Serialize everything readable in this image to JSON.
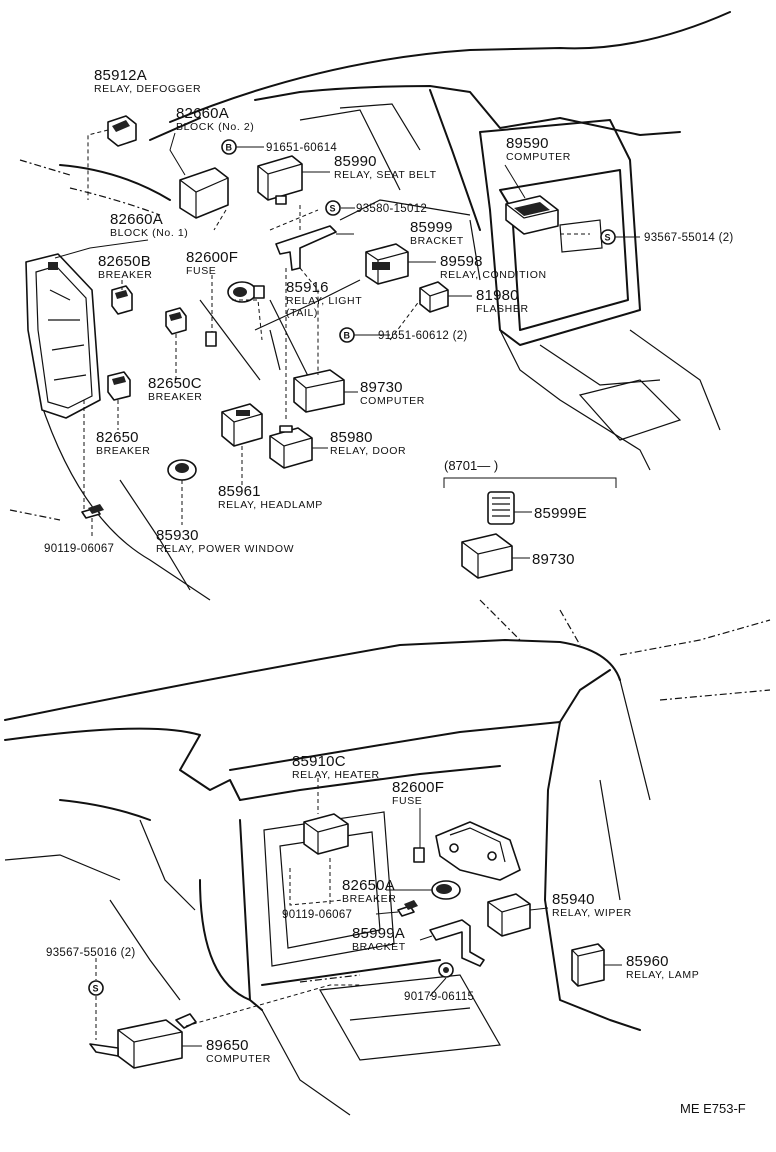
{
  "diagram_code": "ME  E753-F",
  "variant_label": "(8701—     )",
  "fastener_symbols": {
    "screw": "S",
    "bolt": "B"
  },
  "parts": [
    {
      "id": "p-85912a",
      "number": "85912A",
      "desc": "RELAY, DEFOGGER"
    },
    {
      "id": "p-82660a-2",
      "number": "82660A",
      "desc": "BLOCK (No. 2)"
    },
    {
      "id": "p-91651-60614",
      "number": "91651-60614",
      "desc": ""
    },
    {
      "id": "p-85990",
      "number": "85990",
      "desc": "RELAY, SEAT  BELT"
    },
    {
      "id": "p-93580-15012",
      "number": "93580-15012",
      "desc": ""
    },
    {
      "id": "p-82660a-1",
      "number": "82660A",
      "desc": "BLOCK (No. 1)"
    },
    {
      "id": "p-85999",
      "number": "85999",
      "desc": "BRACKET"
    },
    {
      "id": "p-82650b",
      "number": "82650B",
      "desc": "BREAKER"
    },
    {
      "id": "p-82600f-top",
      "number": "82600F",
      "desc": "FUSE"
    },
    {
      "id": "p-89598",
      "number": "89598",
      "desc": "RELAY, CONDITION"
    },
    {
      "id": "p-85916",
      "number": "85916",
      "desc": "RELAY, LIGHT",
      "desc2": "(TAIL)"
    },
    {
      "id": "p-81980",
      "number": "81980",
      "desc": "FLASHER"
    },
    {
      "id": "p-89590",
      "number": "89590",
      "desc": "COMPUTER"
    },
    {
      "id": "p-93567-55014",
      "number": "93567-55014 (2)",
      "desc": ""
    },
    {
      "id": "p-91651-60612",
      "number": "91651-60612 (2)",
      "desc": ""
    },
    {
      "id": "p-82650c",
      "number": "82650C",
      "desc": "BREAKER"
    },
    {
      "id": "p-89730-top",
      "number": "89730",
      "desc": "COMPUTER"
    },
    {
      "id": "p-82650",
      "number": "82650",
      "desc": "BREAKER"
    },
    {
      "id": "p-85980",
      "number": "85980",
      "desc": "RELAY, DOOR"
    },
    {
      "id": "p-85961",
      "number": "85961",
      "desc": "RELAY, HEADLAMP"
    },
    {
      "id": "p-85999e",
      "number": "85999E",
      "desc": ""
    },
    {
      "id": "p-89730-var",
      "number": "89730",
      "desc": ""
    },
    {
      "id": "p-90119-06067-top",
      "number": "90119-06067",
      "desc": ""
    },
    {
      "id": "p-85930",
      "number": "85930",
      "desc": "RELAY, POWER WINDOW"
    },
    {
      "id": "p-85910c",
      "number": "85910C",
      "desc": "RELAY, HEATER"
    },
    {
      "id": "p-82600f-bot",
      "number": "82600F",
      "desc": "FUSE"
    },
    {
      "id": "p-82650a",
      "number": "82650A",
      "desc": "BREAKER"
    },
    {
      "id": "p-85940",
      "number": "85940",
      "desc": "RELAY, WIPER"
    },
    {
      "id": "p-90119-06067-bot",
      "number": "90119-06067",
      "desc": ""
    },
    {
      "id": "p-85999a",
      "number": "85999A",
      "desc": "BRACKET"
    },
    {
      "id": "p-93567-55016",
      "number": "93567-55016 (2)",
      "desc": ""
    },
    {
      "id": "p-85960",
      "number": "85960",
      "desc": "RELAY, LAMP"
    },
    {
      "id": "p-90179-06115",
      "number": "90179-06115",
      "desc": ""
    },
    {
      "id": "p-89650",
      "number": "89650",
      "desc": "COMPUTER"
    }
  ]
}
